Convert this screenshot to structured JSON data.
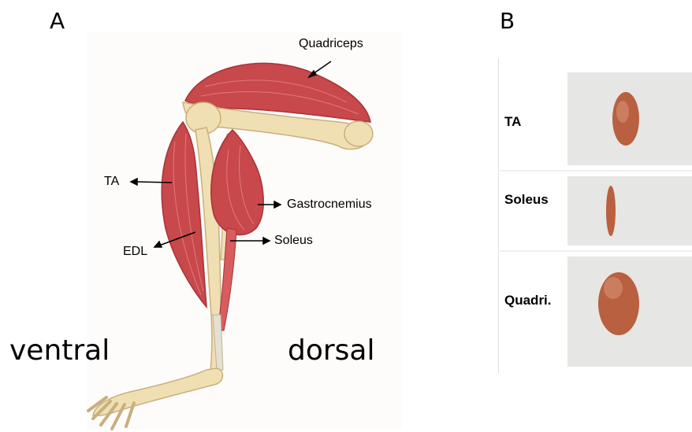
{
  "panels": {
    "a_letter": "A",
    "b_letter": "B"
  },
  "panel_a": {
    "orientation": {
      "left": "ventral",
      "right": "dorsal"
    },
    "muscles": {
      "quadriceps": "Quadriceps",
      "ta": "TA",
      "gastrocnemius": "Gastrocnemius",
      "edl": "EDL",
      "soleus": "Soleus"
    },
    "colors": {
      "muscle": "#c9484c",
      "muscle_dark": "#a53337",
      "bone": "#f1dfb4",
      "bone_shadow": "#d9c28e"
    }
  },
  "panel_b": {
    "rows": [
      {
        "label": "TA"
      },
      {
        "label": "Soleus"
      },
      {
        "label": "Quadri."
      }
    ],
    "colors": {
      "tissue": "#b8603f",
      "paper": "#e6e6e4"
    }
  }
}
